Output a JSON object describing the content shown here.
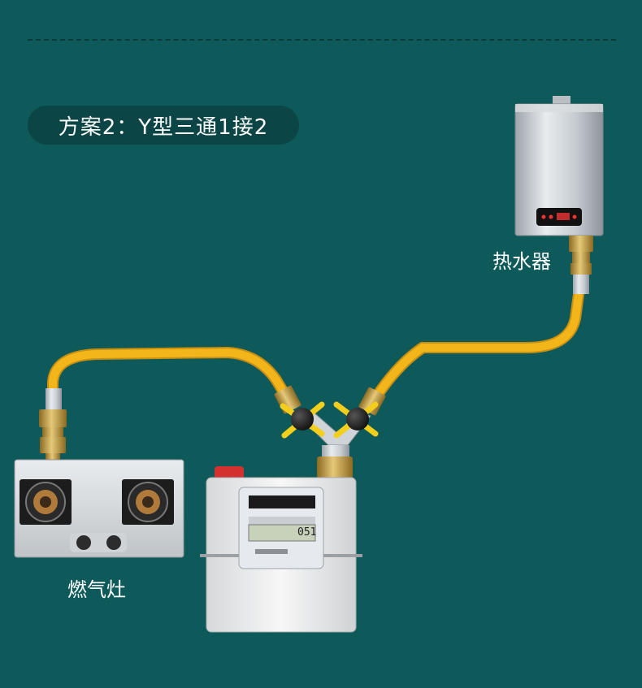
{
  "title": "方案2：Y型三通1接2",
  "labels": {
    "heater": "热水器",
    "stove": "燃气灶"
  },
  "meter": {
    "reading": "051"
  },
  "colors": {
    "background": "#0e5a5a",
    "title_pill": "#0b4545",
    "hose": "#f2b51a",
    "valve_handle": "#f3cf1c",
    "brass": "#c9a24a",
    "meter_body": "#eeeeee",
    "meter_cap": "#d33030"
  },
  "icons": [
    "water-heater-icon",
    "gas-stove-icon",
    "gas-meter-icon",
    "y-valve-icon"
  ]
}
